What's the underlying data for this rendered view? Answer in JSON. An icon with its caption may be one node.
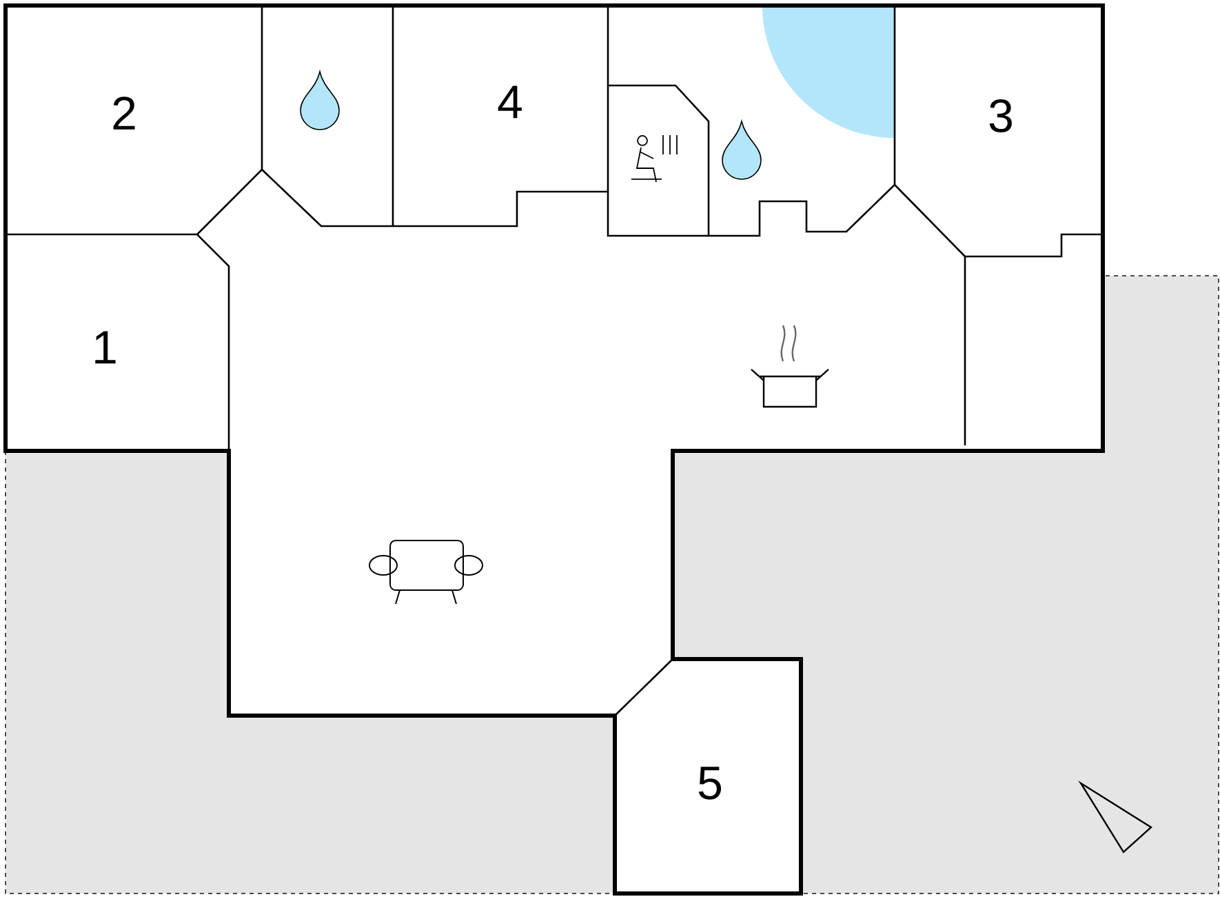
{
  "diagram": {
    "labels": [
      "2",
      "4",
      "3",
      "1",
      "5"
    ]
  }
}
